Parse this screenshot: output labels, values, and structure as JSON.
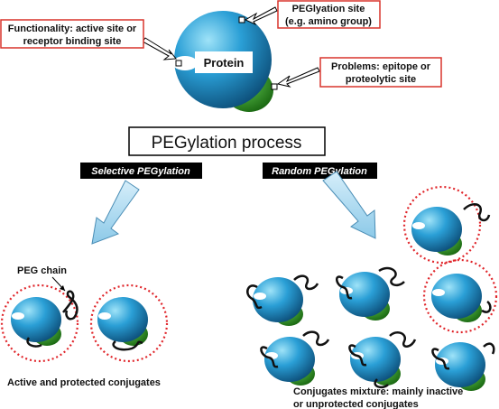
{
  "protein": {
    "label": "Protein"
  },
  "callouts": {
    "functionality": [
      "Functionality: active site or",
      "receptor binding site"
    ],
    "pegylation_site": [
      "PEGlyation site",
      "(e.g. amino group)"
    ],
    "problems": [
      "Problems: epitope or",
      "proteolytic site"
    ]
  },
  "process": {
    "title": "PEGylation process",
    "selective": "Selective PEGylation",
    "random": "Random PEGylation"
  },
  "annotations": {
    "peg_chain": "PEG chain",
    "active_conjugates": "Active and protected conjugates",
    "mixture": [
      "Conjugates mixture: mainly inactive",
      "or unprotected conjugates"
    ]
  },
  "colors": {
    "protein_blue": "#1f7fb8",
    "protein_light": "#7cd3f2",
    "domain_green": "#2e8b1f",
    "callout_border": "#d9342b",
    "dotted_circle": "#e0252a",
    "arrow_fill": "#a9d8ef",
    "pill_bg": "#000000"
  }
}
